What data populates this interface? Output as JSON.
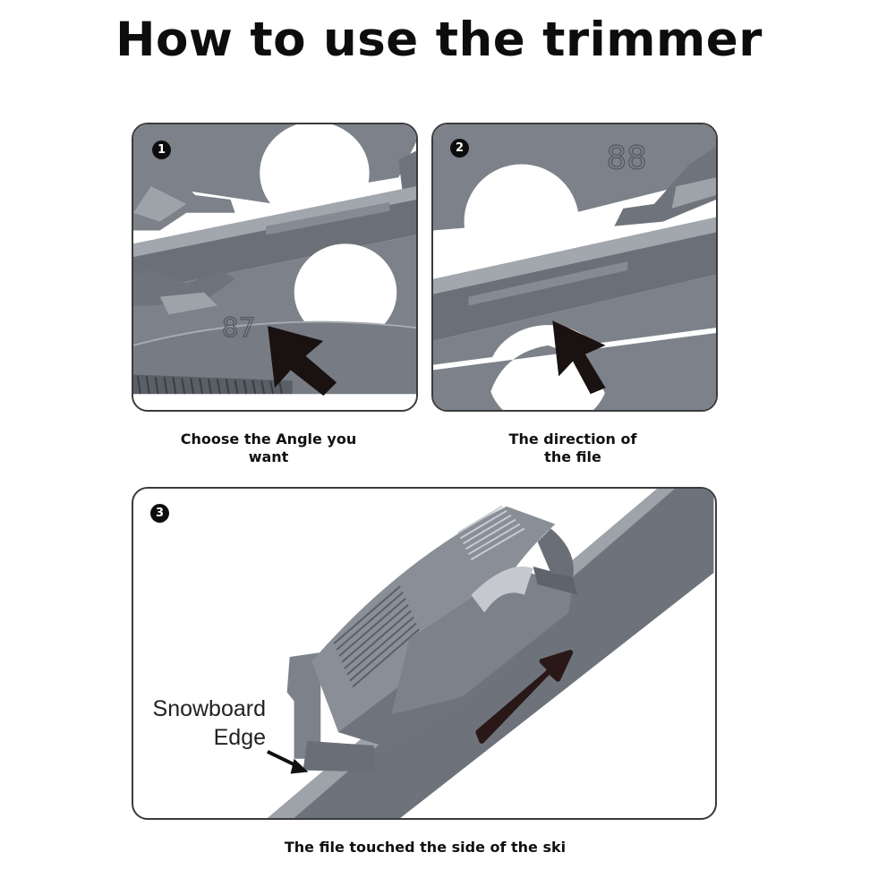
{
  "title": "How to use the trimmer",
  "steps": [
    {
      "number": "1",
      "caption_line1": "Choose the Angle you",
      "caption_line2": "want",
      "angle_mark": "87"
    },
    {
      "number": "2",
      "caption_line1": "The direction of",
      "caption_line2": "the file",
      "angle_mark": "88"
    },
    {
      "number": "3",
      "caption": "The file touched the side of the ski",
      "edge_label_line1": "Snowboard",
      "edge_label_line2": "Edge"
    }
  ],
  "colors": {
    "tool_gray": "#7c818a",
    "tool_dark": "#5d626a",
    "tool_light": "#a2a7ae",
    "arrow": "#1a1111",
    "border": "#3b3b3b"
  },
  "icons": [
    "pointer-arrow-icon",
    "direction-arrow-icon"
  ]
}
